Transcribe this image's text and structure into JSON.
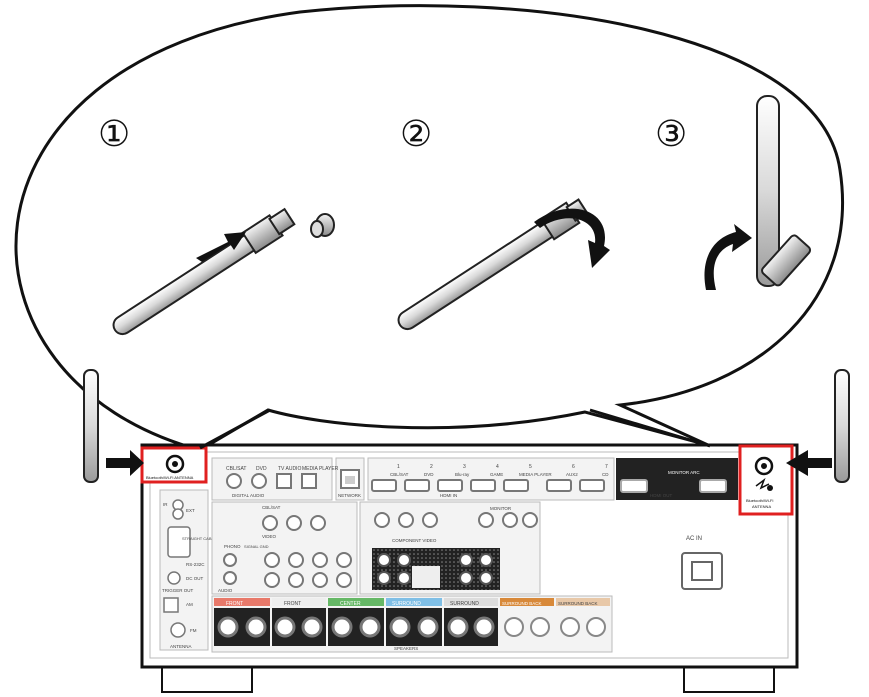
{
  "steps": [
    {
      "number": "①"
    },
    {
      "number": "②"
    },
    {
      "number": "③"
    }
  ],
  "antenna_jack_left": {
    "label": "Bluetooth/Wi-Fi ANTENNA"
  },
  "antenna_jack_right": {
    "label_line1": "Bluetooth/Wi-Fi",
    "label_line2": "ANTENNA"
  },
  "back_panel": {
    "top_inputs": [
      "CBL/SAT",
      "DVD",
      "TV AUDIO",
      "MEDIA PLAYER"
    ],
    "digital_audio": "DIGITAL AUDIO",
    "network": "NETWORK",
    "hdmi_numbers": [
      "1",
      "2",
      "3",
      "4",
      "5",
      "6",
      "7"
    ],
    "hdmi_names": [
      "CBL/SAT",
      "DVD",
      "Blu-ray",
      "GAME",
      "MEDIA PLAYER",
      "AUX2",
      "CD"
    ],
    "hdmi_in": "HDMI IN",
    "monitor_arc": "MONITOR ARC",
    "hdmi_out": "HDMI OUT",
    "video_in": "VIDEO",
    "component_video": "COMPONENT VIDEO",
    "monitor": "MONITOR",
    "ac_in": "AC IN",
    "ir_flasher": "IR",
    "ext": "EXT",
    "straight_cable": "STRAIGHT CABLE",
    "rs232c": "RS-232C",
    "dc_out": "DC OUT",
    "trigger_out": "TRIGGER OUT",
    "am": "AM",
    "fm": "FM",
    "antenna": "ANTENNA",
    "audio": "AUDIO",
    "phono": "PHONO",
    "signal_gnd": "SIGNAL GND",
    "front": "FRONT",
    "center": "CENTER",
    "surround": "SURROUND",
    "surround_back": "SURROUND BACK",
    "speakers": "SPEAKERS"
  },
  "colors": {
    "highlight": "#e02020",
    "front": "#e8796a",
    "center": "#66b866",
    "surround": "#7fbfe6",
    "surround_back": "#d8893a"
  }
}
